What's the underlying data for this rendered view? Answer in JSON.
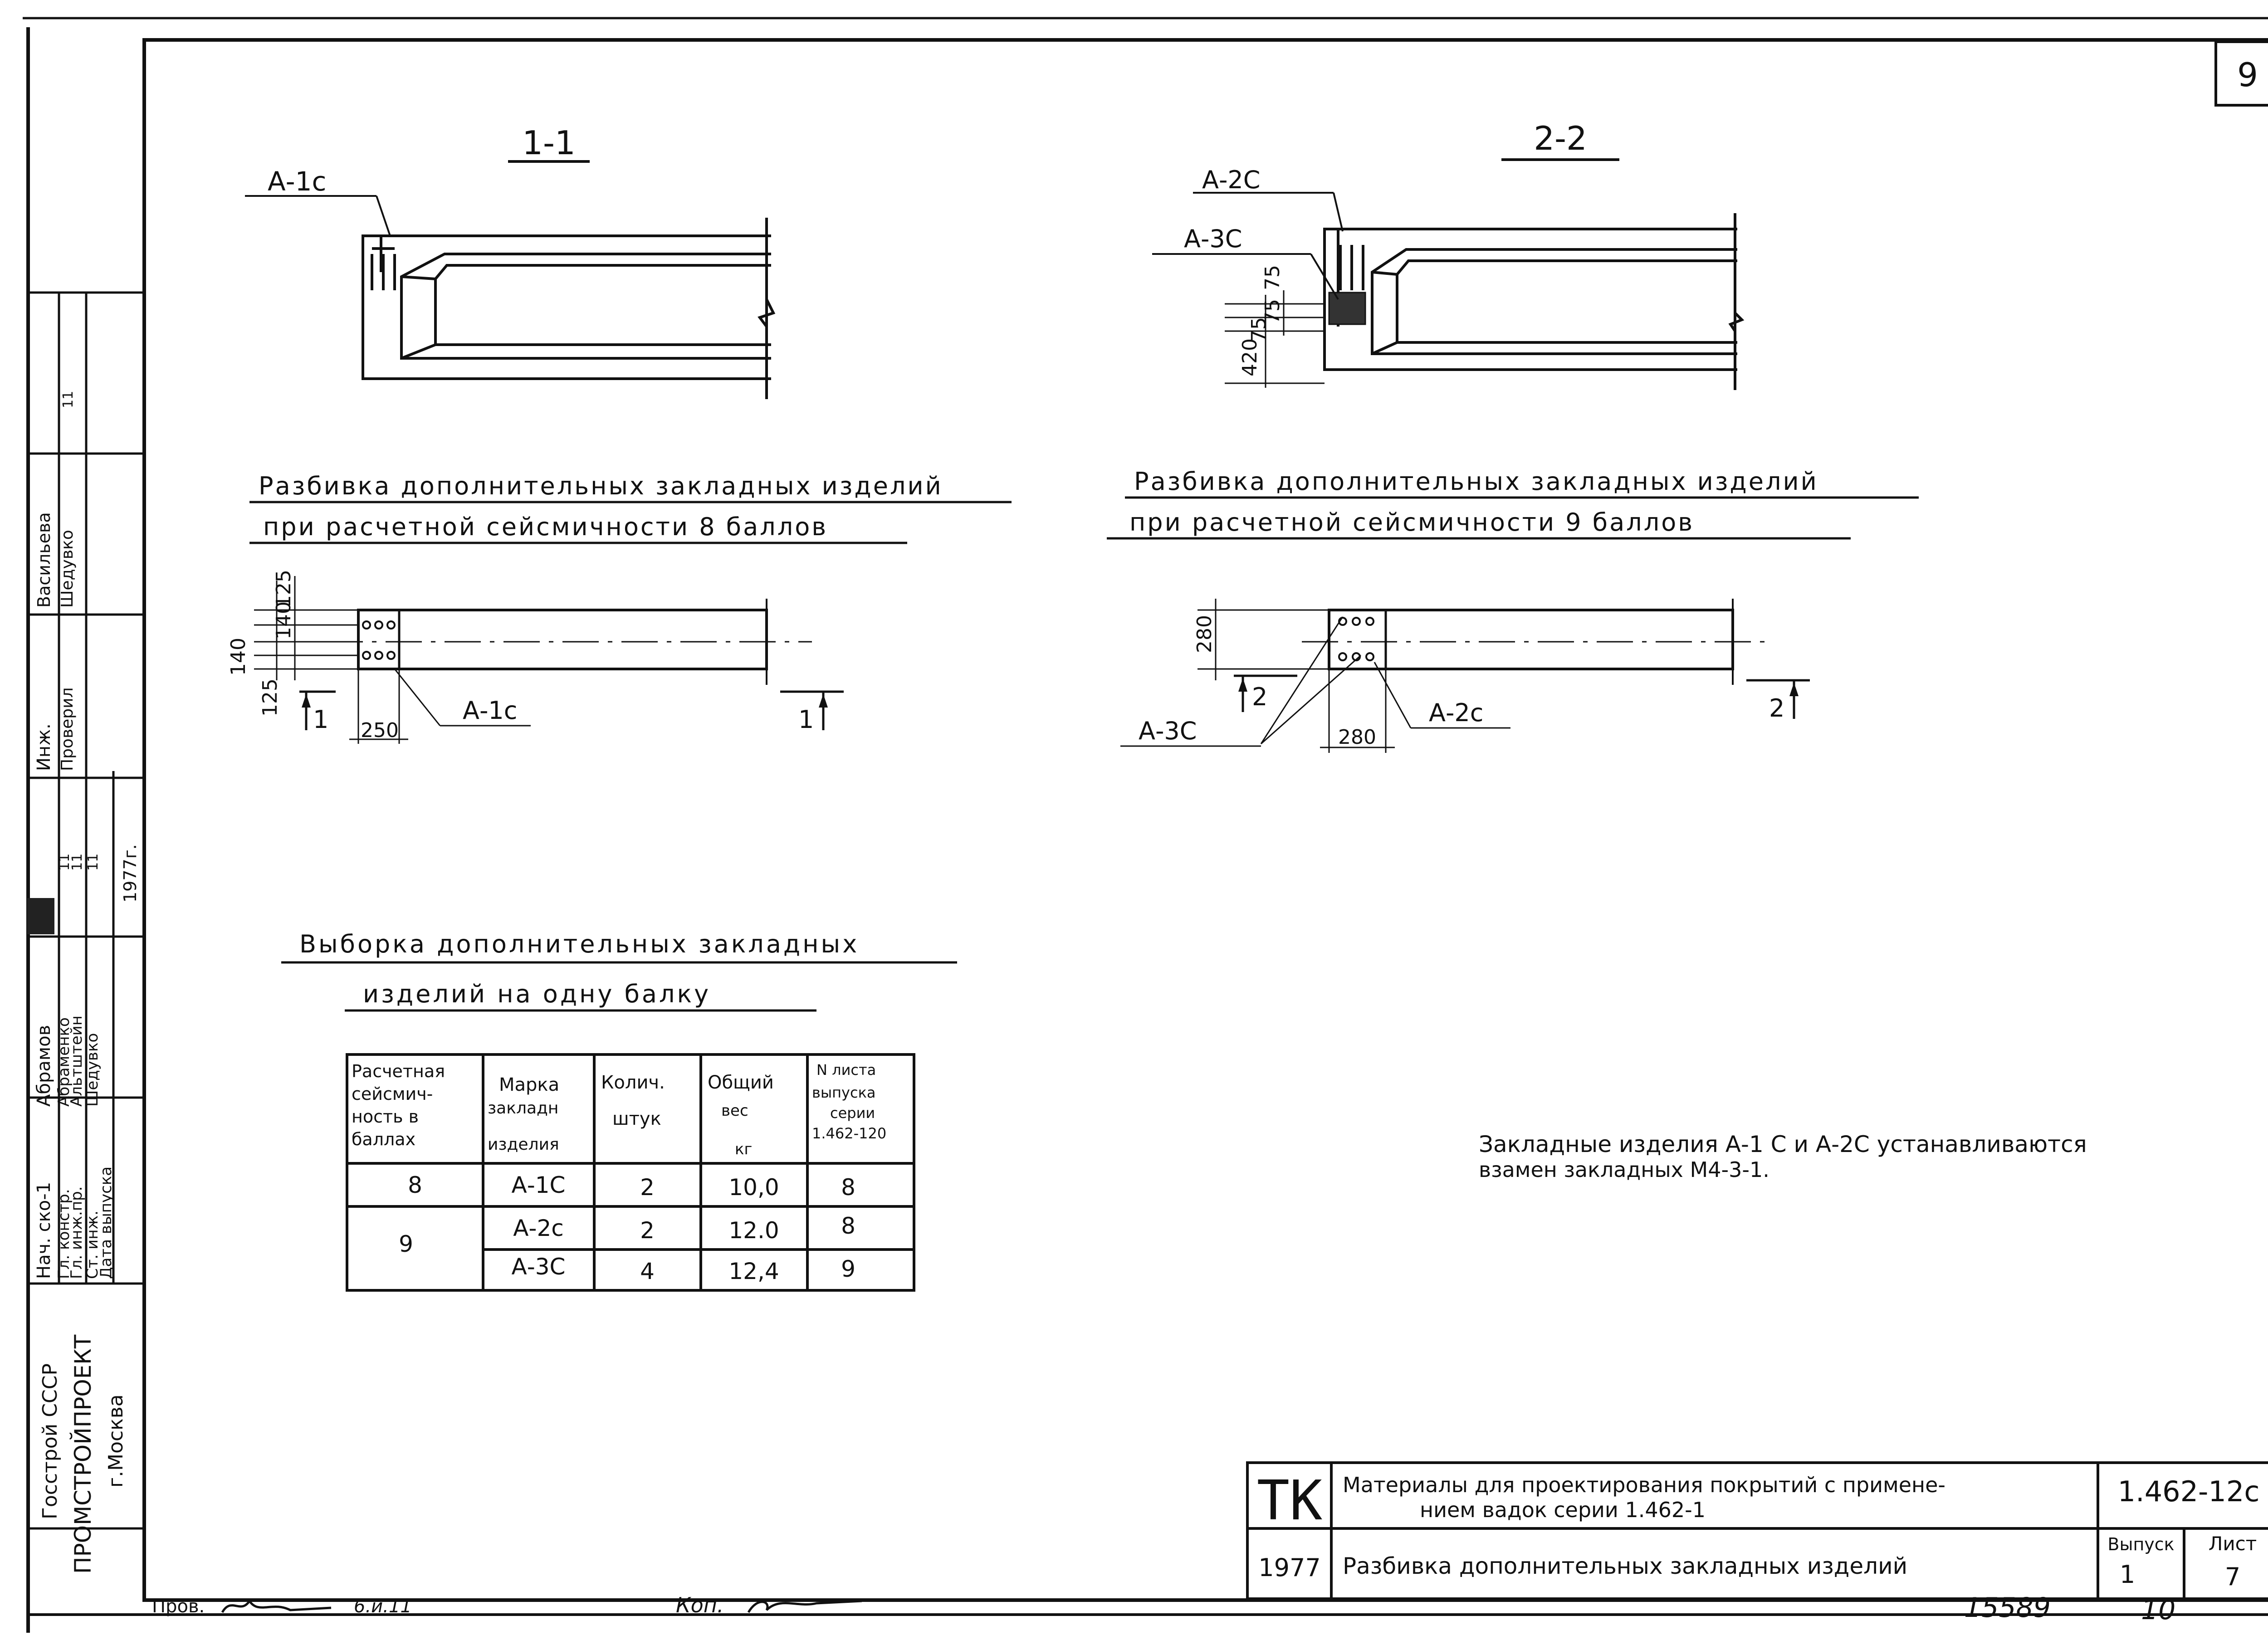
{
  "sheet_number": "9",
  "sections": {
    "section_1": {
      "label": "1-1",
      "callout": "А-1с"
    },
    "section_2": {
      "label": "2-2",
      "callout_a": "А-2С",
      "callout_b": "А-3С",
      "dims": [
        "75",
        "75",
        "75",
        "420"
      ]
    }
  },
  "layout_8": {
    "title_line1": "Разбивка дополнительных закладных изделий",
    "title_line2": "при расчетной сейсмичности 8 баллов",
    "dims": [
      "125",
      "140",
      "140",
      "125",
      "250"
    ],
    "callout": "А-1с",
    "cut_left": "1",
    "cut_right": "1"
  },
  "layout_9": {
    "title_line1": "Разбивка дополнительных закладных изделий",
    "title_line2": "при расчетной сейсмичности 9 баллов",
    "dims": [
      "280",
      "280"
    ],
    "callout_left": "А-3С",
    "callout_right": "А-2с",
    "cut_left": "2",
    "cut_right": "2"
  },
  "selection": {
    "title_line1": "Выборка дополнительных закладных",
    "title_line2": "изделий на одну балку",
    "headers": [
      [
        "Расчетная",
        "сейсмич-",
        "ность в",
        "баллах"
      ],
      [
        "Марка",
        "закладн",
        "изделия"
      ],
      [
        "Колич.",
        "штук"
      ],
      [
        "Общий",
        "вес",
        "кг"
      ],
      [
        "N листа",
        "выпуска",
        "серии",
        "1.462-120"
      ]
    ],
    "rows": [
      {
        "score": "8",
        "mark": "А-1С",
        "qty": "2",
        "weight": "10,0",
        "sheet": "8"
      },
      {
        "score": "9",
        "mark": "А-2с",
        "qty": "2",
        "weight": "12.0",
        "sheet": "8"
      },
      {
        "score": "",
        "mark": "А-3С",
        "qty": "4",
        "weight": "12,4",
        "sheet": "9"
      }
    ]
  },
  "note": {
    "line1": "Закладные изделия А-1 С и А-2С устанавливаются",
    "line2": "взамен закладных М4-3-1."
  },
  "left_stamp": {
    "roles": [
      "Нач. ско-1",
      "Гл. констр.",
      "Гл. инж.пр.",
      "Ст. инж.",
      "Дата выпуска"
    ],
    "names": [
      "Абрамов",
      "Абраменко",
      "Альтштейн",
      "Шедувко"
    ],
    "dittos": [
      "11",
      "11",
      "11"
    ],
    "year": "1977г.",
    "upper_roles": [
      "Инж.",
      "Проверил"
    ],
    "upper_names": [
      "Васильева",
      "Шедувко"
    ],
    "upper_ditto": "11",
    "org_line1": "Госстрой СССР",
    "org_line2": "ПРОМСТРОЙПРОЕКТ",
    "org_line3": "г.Москва"
  },
  "title_block": {
    "tk": "ТК",
    "year": "1977",
    "title_line1": "Материалы для проектирования покрытий с примене-",
    "title_line2": "нием вадок серии 1.462-1",
    "subtitle": "Разбивка дополнительных закладных изделий",
    "code": "1.462-12с",
    "issue_label": "Выпуск",
    "issue_value": "1",
    "sheet_label": "Лист",
    "sheet_value": "7"
  },
  "footer": {
    "checked_label": "Пров.",
    "date": "6.й.11",
    "copied_label": "Коп.",
    "inventory": "15589",
    "number": "10"
  }
}
